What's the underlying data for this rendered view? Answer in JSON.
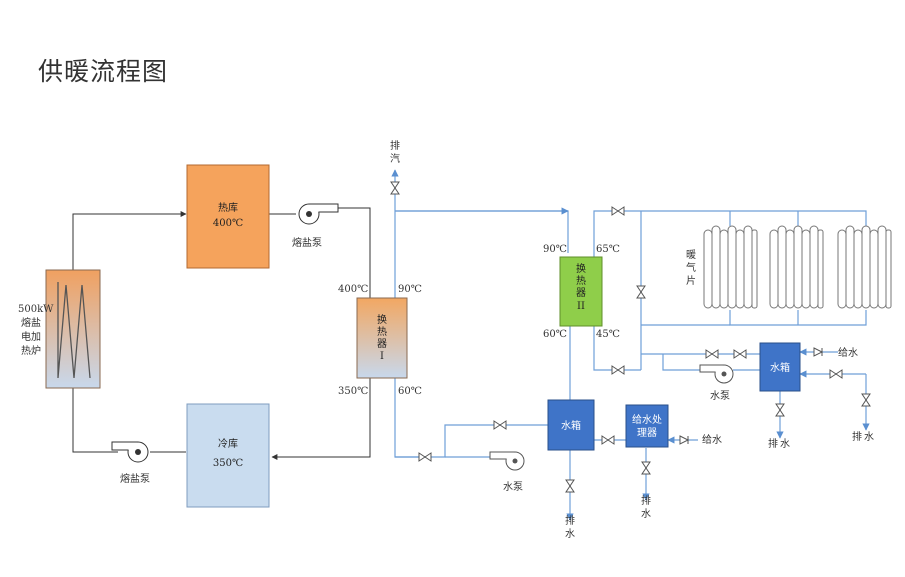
{
  "title": "供暖流程图",
  "furnace": {
    "lines": [
      "500kW",
      "熔盐",
      "电加",
      "热炉"
    ]
  },
  "hot_tank": {
    "name": "热库",
    "temp": "400℃"
  },
  "cold_tank": {
    "name": "冷库",
    "temp": "350℃"
  },
  "salt_pump_top": "熔盐泵",
  "salt_pump_bottom": "熔盐泵",
  "hx1": {
    "lines": [
      "换",
      "热",
      "器",
      "I"
    ],
    "t_in_salt": "400℃",
    "t_out_salt": "350℃",
    "t_water_hot": "90℃",
    "t_water_cold": "60℃"
  },
  "hx2": {
    "lines": [
      "换",
      "热",
      "器",
      "II"
    ],
    "t_in_primary": "90℃",
    "t_out_primary": "60℃",
    "t_out_secondary": "65℃",
    "t_in_secondary": "45℃"
  },
  "vent": {
    "lines": [
      "排",
      "汽"
    ]
  },
  "radiator_label": {
    "lines": [
      "暖",
      "气",
      "片"
    ]
  },
  "tank_left": "水箱",
  "tank_right": "水箱",
  "water_treatment": {
    "lines": [
      "给水处",
      "理器"
    ]
  },
  "pump_left": "水泵",
  "pump_right": "水泵",
  "feed_water_1": "给水",
  "feed_water_2": "给水",
  "drain_left": {
    "lines": [
      "排",
      "水"
    ]
  },
  "drain_treatment": {
    "lines": [
      "排",
      "水"
    ]
  },
  "drain_right_tank": {
    "lines": [
      "排",
      "水"
    ]
  },
  "drain_far_right": {
    "lines": [
      "排",
      "水"
    ]
  },
  "colors": {
    "hot": "#f5a35c",
    "cold": "#c9dcef",
    "hx2": "#8fce4a",
    "water_tank": "#3f74c8",
    "pipe_water": "#6f9fd8",
    "pipe_salt": "#333333"
  }
}
